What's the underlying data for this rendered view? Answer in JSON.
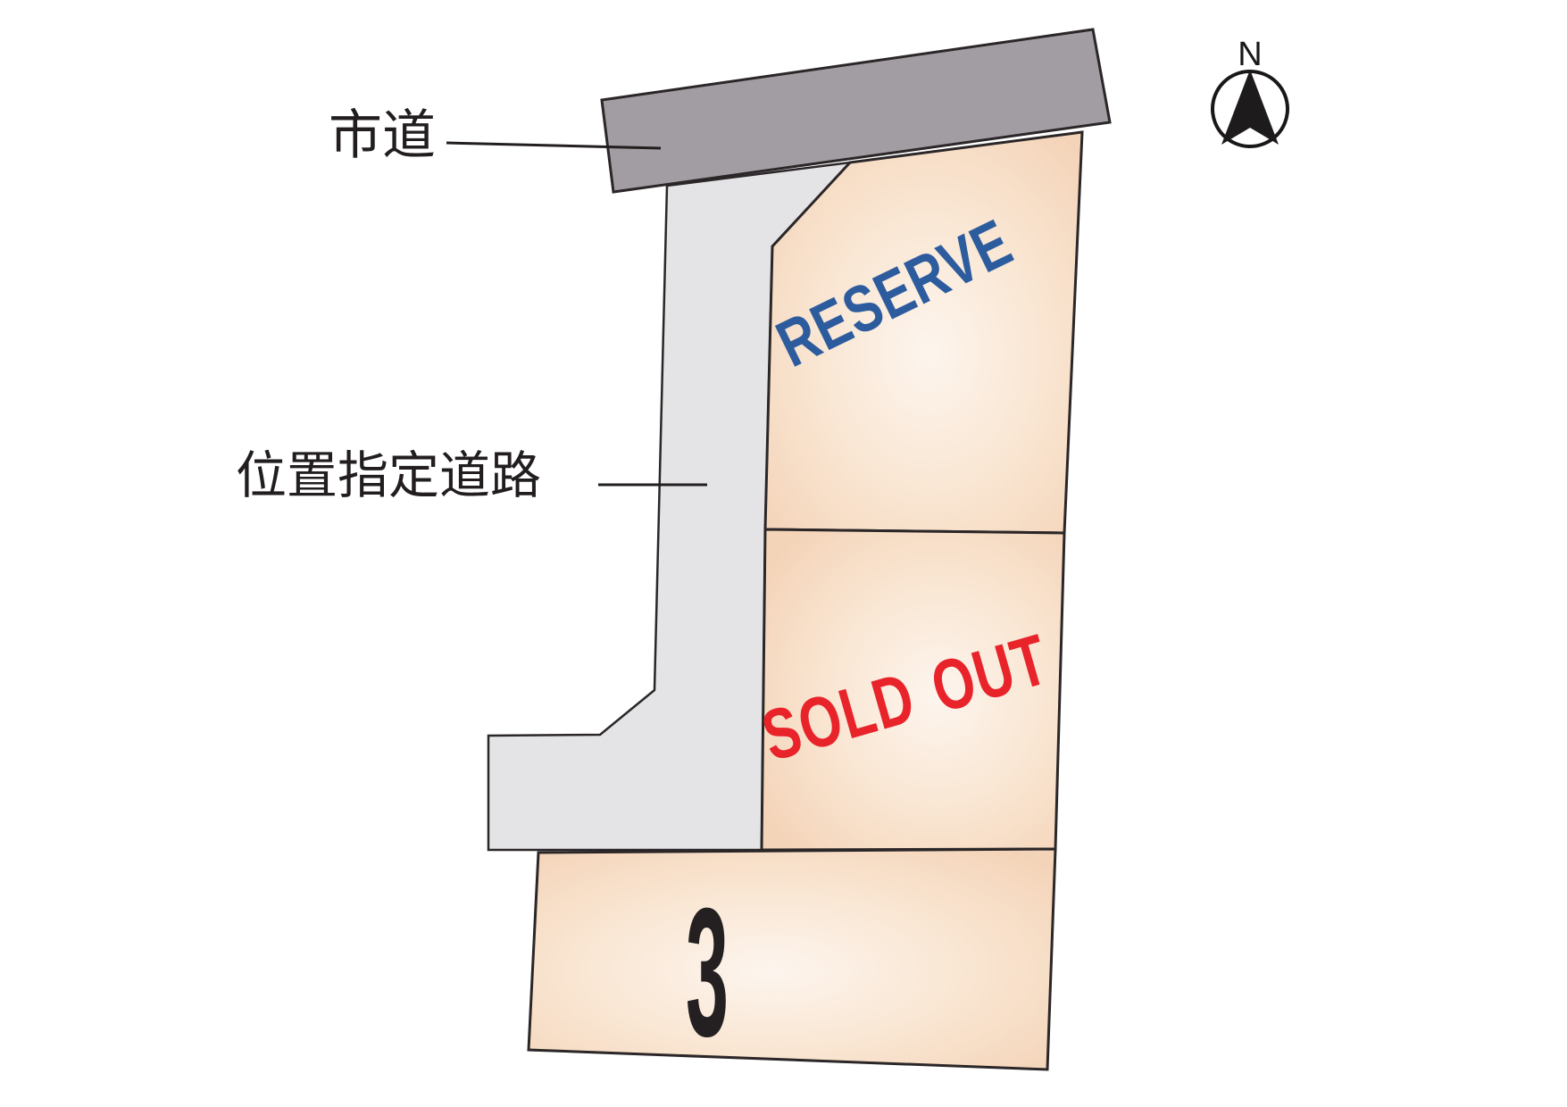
{
  "labels": {
    "city_road": "市道",
    "designated_road": "位置指定道路"
  },
  "lots": [
    {
      "id": "lot-reserve",
      "stamp": "RESERVE",
      "stamp_color": "#2d5c9e"
    },
    {
      "id": "lot-sold",
      "stamp": "SOLD OUT",
      "stamp_color": "#e8232a"
    },
    {
      "id": "lot-3",
      "stamp": "3",
      "stamp_color": "#242021"
    }
  ],
  "compass": {
    "north_label": "N"
  },
  "colors": {
    "city_road_fill": "#a19da3",
    "designated_road_fill": "#e4e4e7",
    "lot_fill_center": "#fdf5ee",
    "lot_fill_mid": "#f9e5d1",
    "lot_fill_edge": "#f4d4b9",
    "outline": "#2b2627",
    "leader_line": "#231f20"
  }
}
